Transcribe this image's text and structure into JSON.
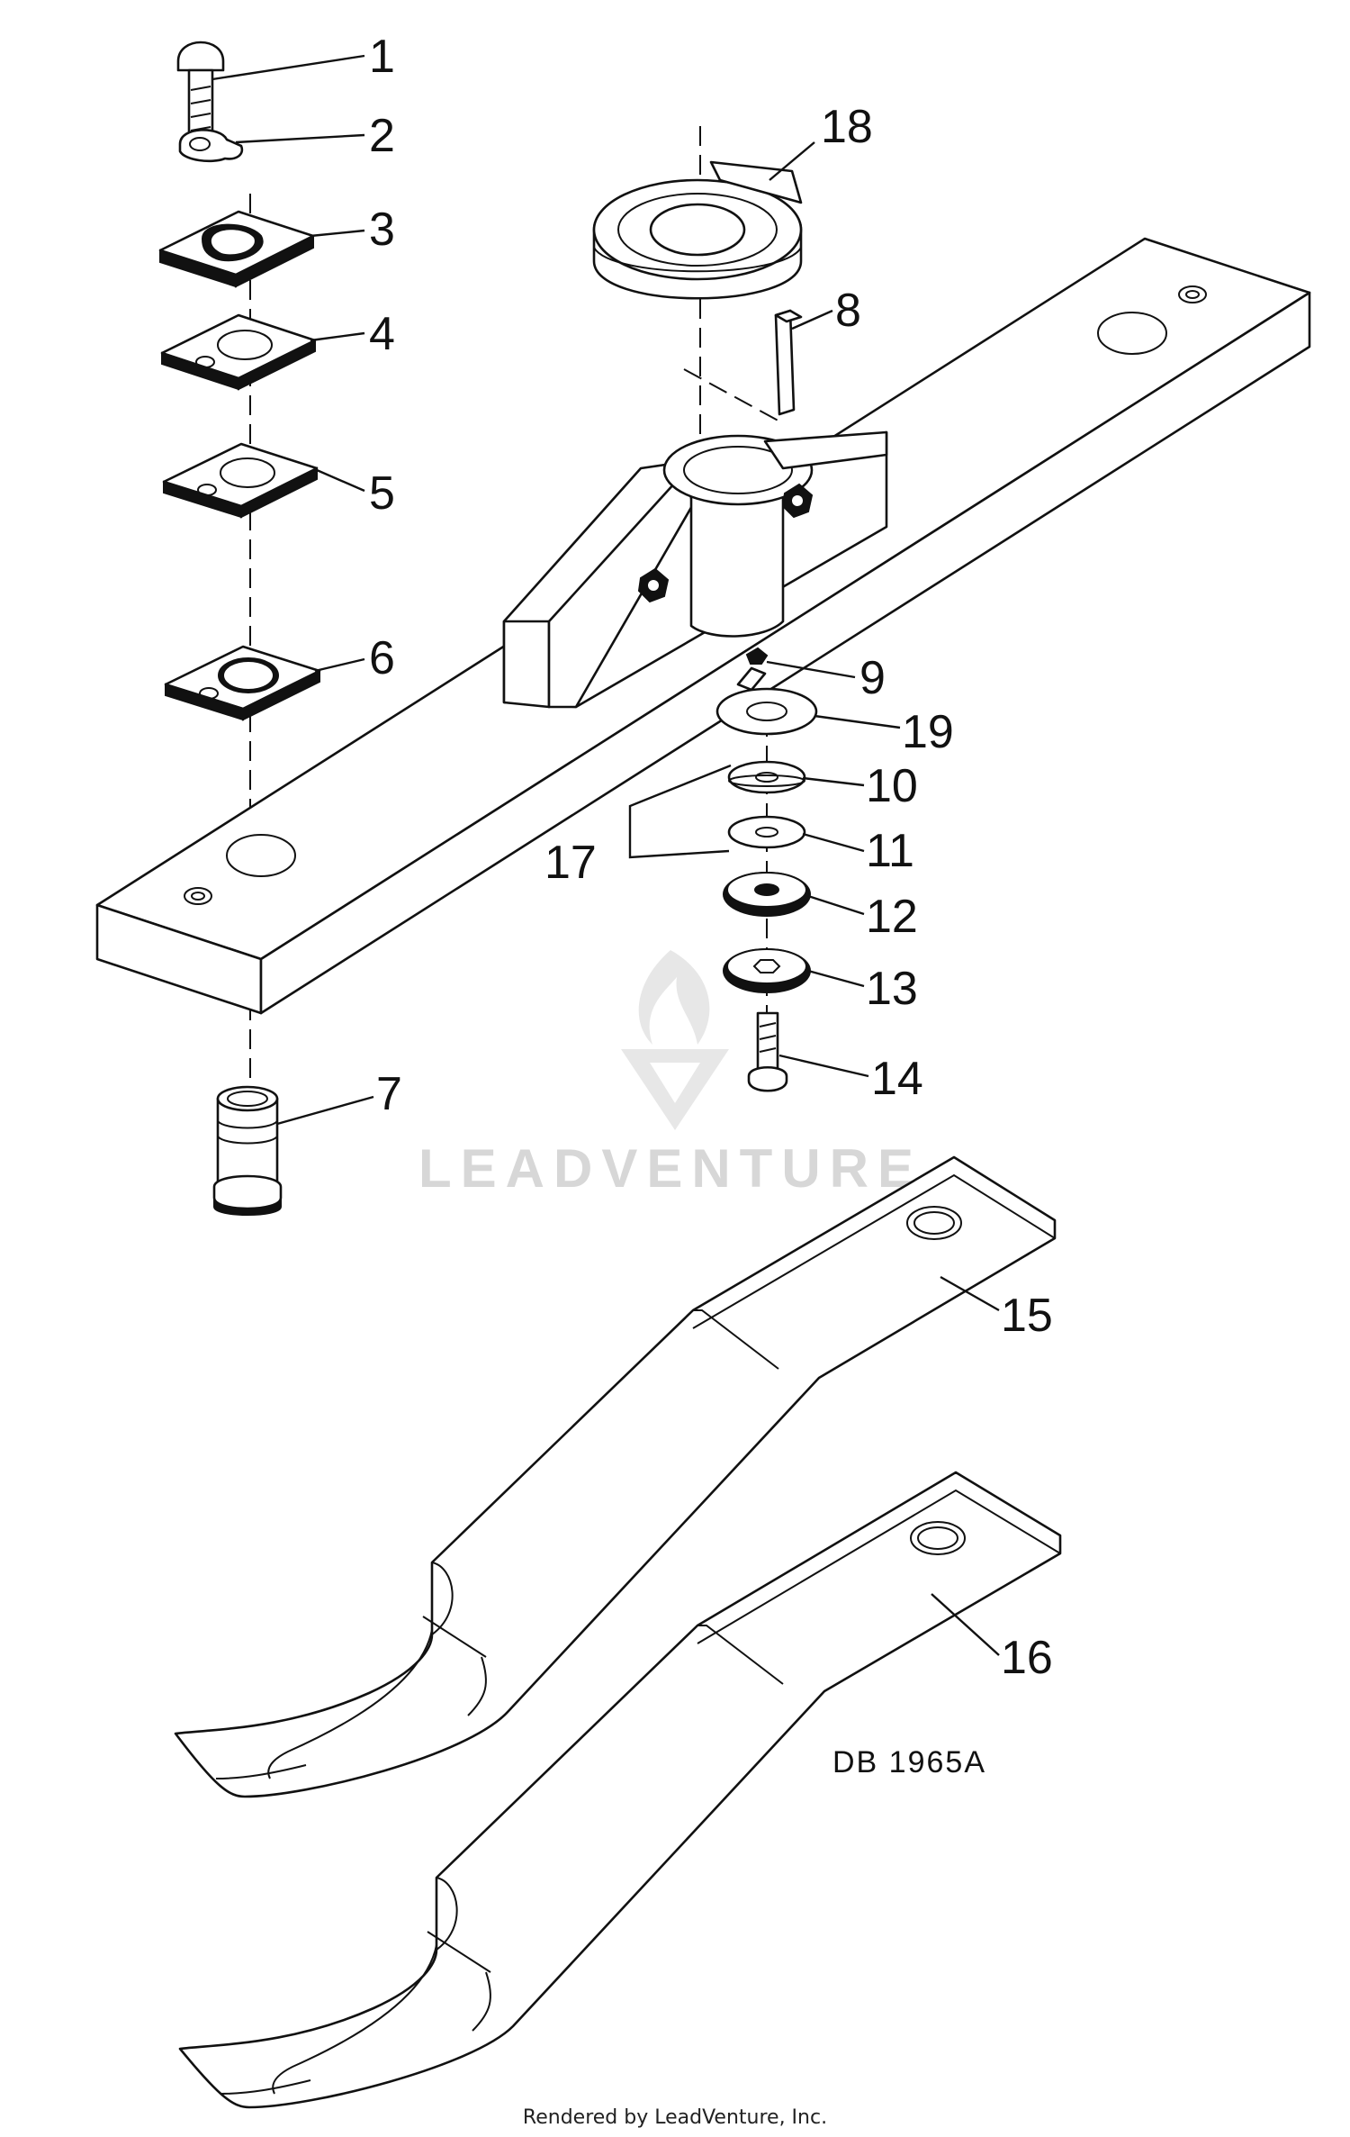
{
  "diagram": {
    "callouts": [
      "1",
      "2",
      "3",
      "4",
      "5",
      "6",
      "7",
      "8",
      "9",
      "10",
      "11",
      "12",
      "13",
      "14",
      "15",
      "16",
      "17",
      "18",
      "19"
    ],
    "reference_code": "DB 1965A",
    "watermark": "LEADVENTURE",
    "footer": "Rendered by LeadVenture, Inc."
  }
}
